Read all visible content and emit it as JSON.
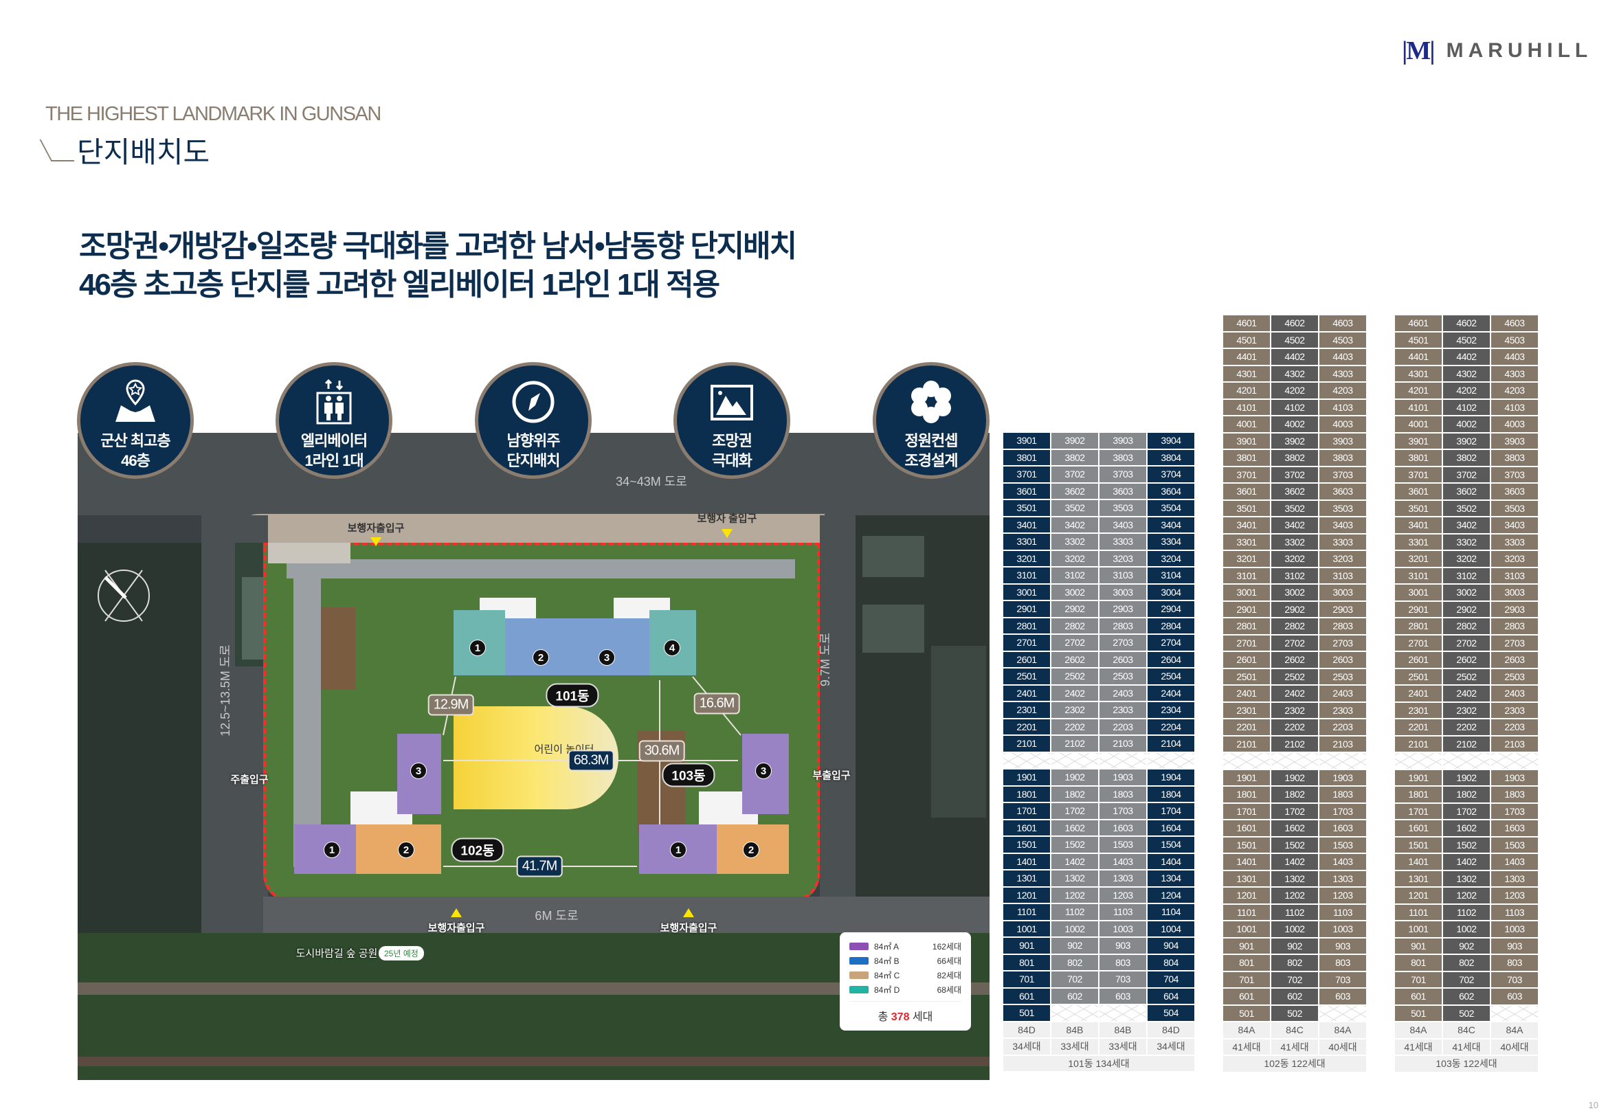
{
  "brand": {
    "logo_mark": "M",
    "name": "MARUHILL"
  },
  "header": {
    "eyebrow": "THE HIGHEST LANDMARK IN GUNSAN",
    "title": "단지배치도"
  },
  "headline": {
    "line1": "조망권•개방감•일조량 극대화를 고려한 남서•남동향 단지배치",
    "line2": "46층 초고층 단지를 고려한 엘리베이터 1라인 1대 적용"
  },
  "features": [
    {
      "icon": "map-pin-star-icon",
      "line1": "군산 최고층",
      "line2": "46층"
    },
    {
      "icon": "elevator-icon",
      "line1": "엘리베이터",
      "line2": "1라인 1대"
    },
    {
      "icon": "compass-icon",
      "line1": "남향위주",
      "line2": "단지배치"
    },
    {
      "icon": "landscape-picture-icon",
      "line1": "조망권",
      "line2": "극대화"
    },
    {
      "icon": "flower-icon",
      "line1": "정원컨셉",
      "line2": "조경설계"
    }
  ],
  "map": {
    "roads": {
      "top": "34~43M 도로",
      "left": "12.5~13.5M 도로",
      "right": "9.7M 도로",
      "bottom": "6M 도로"
    },
    "entrances": {
      "pedestrian": "보행자출입구",
      "pedestrian2": "보행자 출입구",
      "main": "주출입구",
      "sub": "부출입구"
    },
    "buildings": {
      "b101": "101동",
      "b102": "102동",
      "b103": "103동"
    },
    "distances": {
      "d1": "12.9M",
      "d2": "16.6M",
      "d3": "30.6M",
      "d4": "68.3M",
      "d5": "41.7M"
    },
    "park": {
      "name": "도시바람길 숲 공원",
      "badge": "25년 예정"
    },
    "playground": "어린이 놀이터",
    "unit_numbers": [
      "1",
      "2",
      "3",
      "4"
    ]
  },
  "legend": {
    "items": [
      {
        "type": "84㎡ A",
        "count": "162세대",
        "color": "#8e4fb5"
      },
      {
        "type": "84㎡ B",
        "count": "66세대",
        "color": "#1d6fc4"
      },
      {
        "type": "84㎡ C",
        "count": "82세대",
        "color": "#c9a37a"
      },
      {
        "type": "84㎡ D",
        "count": "68세대",
        "color": "#23b3a5"
      }
    ],
    "total_prefix": "총",
    "total_value": "378",
    "total_suffix": "세대"
  },
  "buildings": [
    {
      "id": "b101",
      "column_colors": [
        "#0b2d4e",
        "#85898c",
        "#85898c",
        "#0b2d4e"
      ],
      "upper_rows": [
        [
          "3901",
          "3902",
          "3903",
          "3904"
        ],
        [
          "3801",
          "3802",
          "3803",
          "3804"
        ],
        [
          "3701",
          "3702",
          "3703",
          "3704"
        ],
        [
          "3601",
          "3602",
          "3603",
          "3604"
        ],
        [
          "3501",
          "3502",
          "3503",
          "3504"
        ],
        [
          "3401",
          "3402",
          "3403",
          "3404"
        ],
        [
          "3301",
          "3302",
          "3303",
          "3304"
        ],
        [
          "3201",
          "3202",
          "3203",
          "3204"
        ],
        [
          "3101",
          "3102",
          "3103",
          "3104"
        ],
        [
          "3001",
          "3002",
          "3003",
          "3004"
        ],
        [
          "2901",
          "2902",
          "2903",
          "2904"
        ],
        [
          "2801",
          "2802",
          "2803",
          "2804"
        ],
        [
          "2701",
          "2702",
          "2703",
          "2704"
        ],
        [
          "2601",
          "2602",
          "2603",
          "2604"
        ],
        [
          "2501",
          "2502",
          "2503",
          "2504"
        ],
        [
          "2401",
          "2402",
          "2403",
          "2404"
        ],
        [
          "2301",
          "2302",
          "2303",
          "2304"
        ],
        [
          "2201",
          "2202",
          "2203",
          "2204"
        ],
        [
          "2101",
          "2102",
          "2103",
          "2104"
        ]
      ],
      "lower_rows": [
        [
          "1901",
          "1902",
          "1903",
          "1904"
        ],
        [
          "1801",
          "1802",
          "1803",
          "1804"
        ],
        [
          "1701",
          "1702",
          "1703",
          "1704"
        ],
        [
          "1601",
          "1602",
          "1603",
          "1604"
        ],
        [
          "1501",
          "1502",
          "1503",
          "1504"
        ],
        [
          "1401",
          "1402",
          "1403",
          "1404"
        ],
        [
          "1301",
          "1302",
          "1303",
          "1304"
        ],
        [
          "1201",
          "1202",
          "1203",
          "1204"
        ],
        [
          "1101",
          "1102",
          "1103",
          "1104"
        ],
        [
          "1001",
          "1002",
          "1003",
          "1004"
        ],
        [
          "901",
          "902",
          "903",
          "904"
        ],
        [
          "801",
          "802",
          "803",
          "804"
        ],
        [
          "701",
          "702",
          "703",
          "704"
        ],
        [
          "601",
          "602",
          "603",
          "604"
        ],
        [
          "501",
          "",
          "",
          "504"
        ]
      ],
      "types": [
        "84D",
        "84B",
        "84B",
        "84D"
      ],
      "counts": [
        "34세대",
        "33세대",
        "33세대",
        "34세대"
      ],
      "total": "101동 134세대"
    },
    {
      "id": "b102",
      "column_colors": [
        "#857869",
        "#5a5a5a",
        "#857869"
      ],
      "upper_rows": [
        [
          "4601",
          "4602",
          "4603"
        ],
        [
          "4501",
          "4502",
          "4503"
        ],
        [
          "4401",
          "4402",
          "4403"
        ],
        [
          "4301",
          "4302",
          "4303"
        ],
        [
          "4201",
          "4202",
          "4203"
        ],
        [
          "4101",
          "4102",
          "4103"
        ],
        [
          "4001",
          "4002",
          "4003"
        ],
        [
          "3901",
          "3902",
          "3903"
        ],
        [
          "3801",
          "3802",
          "3803"
        ],
        [
          "3701",
          "3702",
          "3703"
        ],
        [
          "3601",
          "3602",
          "3603"
        ],
        [
          "3501",
          "3502",
          "3503"
        ],
        [
          "3401",
          "3402",
          "3403"
        ],
        [
          "3301",
          "3302",
          "3303"
        ],
        [
          "3201",
          "3202",
          "3203"
        ],
        [
          "3101",
          "3102",
          "3103"
        ],
        [
          "3001",
          "3002",
          "3003"
        ],
        [
          "2901",
          "2902",
          "2903"
        ],
        [
          "2801",
          "2802",
          "2803"
        ],
        [
          "2701",
          "2702",
          "2703"
        ],
        [
          "2601",
          "2602",
          "2603"
        ],
        [
          "2501",
          "2502",
          "2503"
        ],
        [
          "2401",
          "2402",
          "2403"
        ],
        [
          "2301",
          "2302",
          "2303"
        ],
        [
          "2201",
          "2202",
          "2203"
        ],
        [
          "2101",
          "2102",
          "2103"
        ]
      ],
      "lower_rows": [
        [
          "1901",
          "1902",
          "1903"
        ],
        [
          "1801",
          "1802",
          "1803"
        ],
        [
          "1701",
          "1702",
          "1703"
        ],
        [
          "1601",
          "1602",
          "1603"
        ],
        [
          "1501",
          "1502",
          "1503"
        ],
        [
          "1401",
          "1402",
          "1403"
        ],
        [
          "1301",
          "1302",
          "1303"
        ],
        [
          "1201",
          "1202",
          "1203"
        ],
        [
          "1101",
          "1102",
          "1103"
        ],
        [
          "1001",
          "1002",
          "1003"
        ],
        [
          "901",
          "902",
          "903"
        ],
        [
          "801",
          "802",
          "803"
        ],
        [
          "701",
          "702",
          "703"
        ],
        [
          "601",
          "602",
          "603"
        ],
        [
          "501",
          "502",
          ""
        ]
      ],
      "types": [
        "84A",
        "84C",
        "84A"
      ],
      "counts": [
        "41세대",
        "41세대",
        "40세대"
      ],
      "total": "102동 122세대"
    },
    {
      "id": "b103",
      "column_colors": [
        "#857869",
        "#5a5a5a",
        "#857869"
      ],
      "upper_rows": [
        [
          "4601",
          "4602",
          "4603"
        ],
        [
          "4501",
          "4502",
          "4503"
        ],
        [
          "4401",
          "4402",
          "4403"
        ],
        [
          "4301",
          "4302",
          "4303"
        ],
        [
          "4201",
          "4202",
          "4203"
        ],
        [
          "4101",
          "4102",
          "4103"
        ],
        [
          "4001",
          "4002",
          "4003"
        ],
        [
          "3901",
          "3902",
          "3903"
        ],
        [
          "3801",
          "3802",
          "3803"
        ],
        [
          "3701",
          "3702",
          "3703"
        ],
        [
          "3601",
          "3602",
          "3603"
        ],
        [
          "3501",
          "3502",
          "3503"
        ],
        [
          "3401",
          "3402",
          "3403"
        ],
        [
          "3301",
          "3302",
          "3303"
        ],
        [
          "3201",
          "3202",
          "3203"
        ],
        [
          "3101",
          "3102",
          "3103"
        ],
        [
          "3001",
          "3002",
          "3003"
        ],
        [
          "2901",
          "2902",
          "2903"
        ],
        [
          "2801",
          "2802",
          "2803"
        ],
        [
          "2701",
          "2702",
          "2703"
        ],
        [
          "2601",
          "2602",
          "2603"
        ],
        [
          "2501",
          "2502",
          "2503"
        ],
        [
          "2401",
          "2402",
          "2403"
        ],
        [
          "2301",
          "2302",
          "2303"
        ],
        [
          "2201",
          "2202",
          "2203"
        ],
        [
          "2101",
          "2102",
          "2103"
        ]
      ],
      "lower_rows": [
        [
          "1901",
          "1902",
          "1903"
        ],
        [
          "1801",
          "1802",
          "1803"
        ],
        [
          "1701",
          "1702",
          "1703"
        ],
        [
          "1601",
          "1602",
          "1603"
        ],
        [
          "1501",
          "1502",
          "1503"
        ],
        [
          "1401",
          "1402",
          "1403"
        ],
        [
          "1301",
          "1302",
          "1303"
        ],
        [
          "1201",
          "1202",
          "1203"
        ],
        [
          "1101",
          "1102",
          "1103"
        ],
        [
          "1001",
          "1002",
          "1003"
        ],
        [
          "901",
          "902",
          "903"
        ],
        [
          "801",
          "802",
          "803"
        ],
        [
          "701",
          "702",
          "703"
        ],
        [
          "601",
          "602",
          "603"
        ],
        [
          "501",
          "502",
          ""
        ]
      ],
      "types": [
        "84A",
        "84C",
        "84A"
      ],
      "counts": [
        "41세대",
        "41세대",
        "40세대"
      ],
      "total": "103동 122세대"
    }
  ],
  "page_number": "10"
}
